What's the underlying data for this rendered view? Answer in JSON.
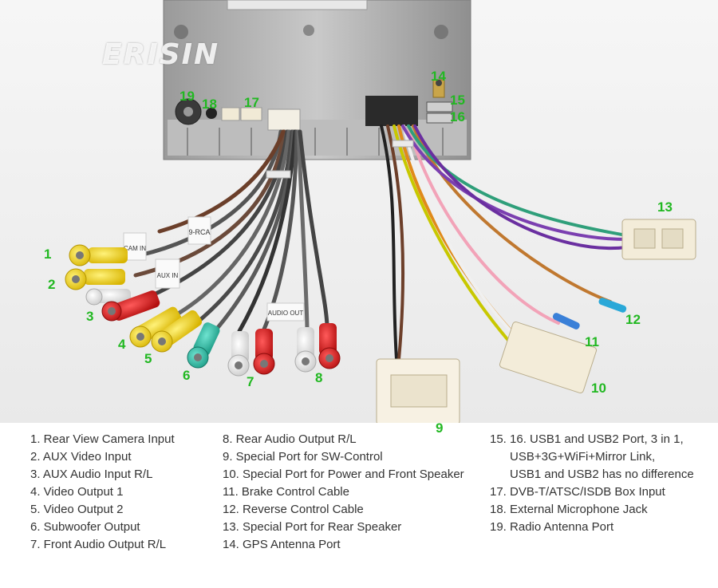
{
  "brand": "ERISIN",
  "callouts": {
    "n1": "1",
    "n2": "2",
    "n3": "3",
    "n4": "4",
    "n5": "5",
    "n6": "6",
    "n7": "7",
    "n8": "8",
    "n9": "9",
    "n10": "10",
    "n11": "11",
    "n12": "12",
    "n13": "13",
    "n14": "14",
    "n15": "15",
    "n16": "16",
    "n17": "17",
    "n18": "18",
    "n19": "19"
  },
  "cable_tags": {
    "t1": "9-RCA",
    "t2": "CAM IN",
    "t3": "AUX IN",
    "t4": "AUDIO OUT"
  },
  "legend": {
    "col1": [
      "1. Rear View Camera Input",
      "2. AUX Video Input",
      "3. AUX Audio Input R/L",
      "4. Video Output 1",
      "5. Video Output 2",
      "6. Subwoofer Output",
      "7. Front Audio Output R/L"
    ],
    "col2": [
      "8. Rear Audio Output R/L",
      "9. Special Port for SW-Control",
      "10. Special Port for Power and Front Speaker",
      "11. Brake Control Cable",
      "12. Reverse Control Cable",
      "13. Special Port for Rear Speaker",
      "14. GPS Antenna Port"
    ],
    "col3": [
      "15. 16.  USB1 and USB2 Port, 3 in 1,",
      "USB+3G+WiFi+Mirror Link,",
      "USB1 and USB2 has no difference",
      "17. DVB-T/ATSC/ISDB Box Input",
      "18. External Microphone Jack",
      "19. Radio Antenna Port"
    ]
  }
}
